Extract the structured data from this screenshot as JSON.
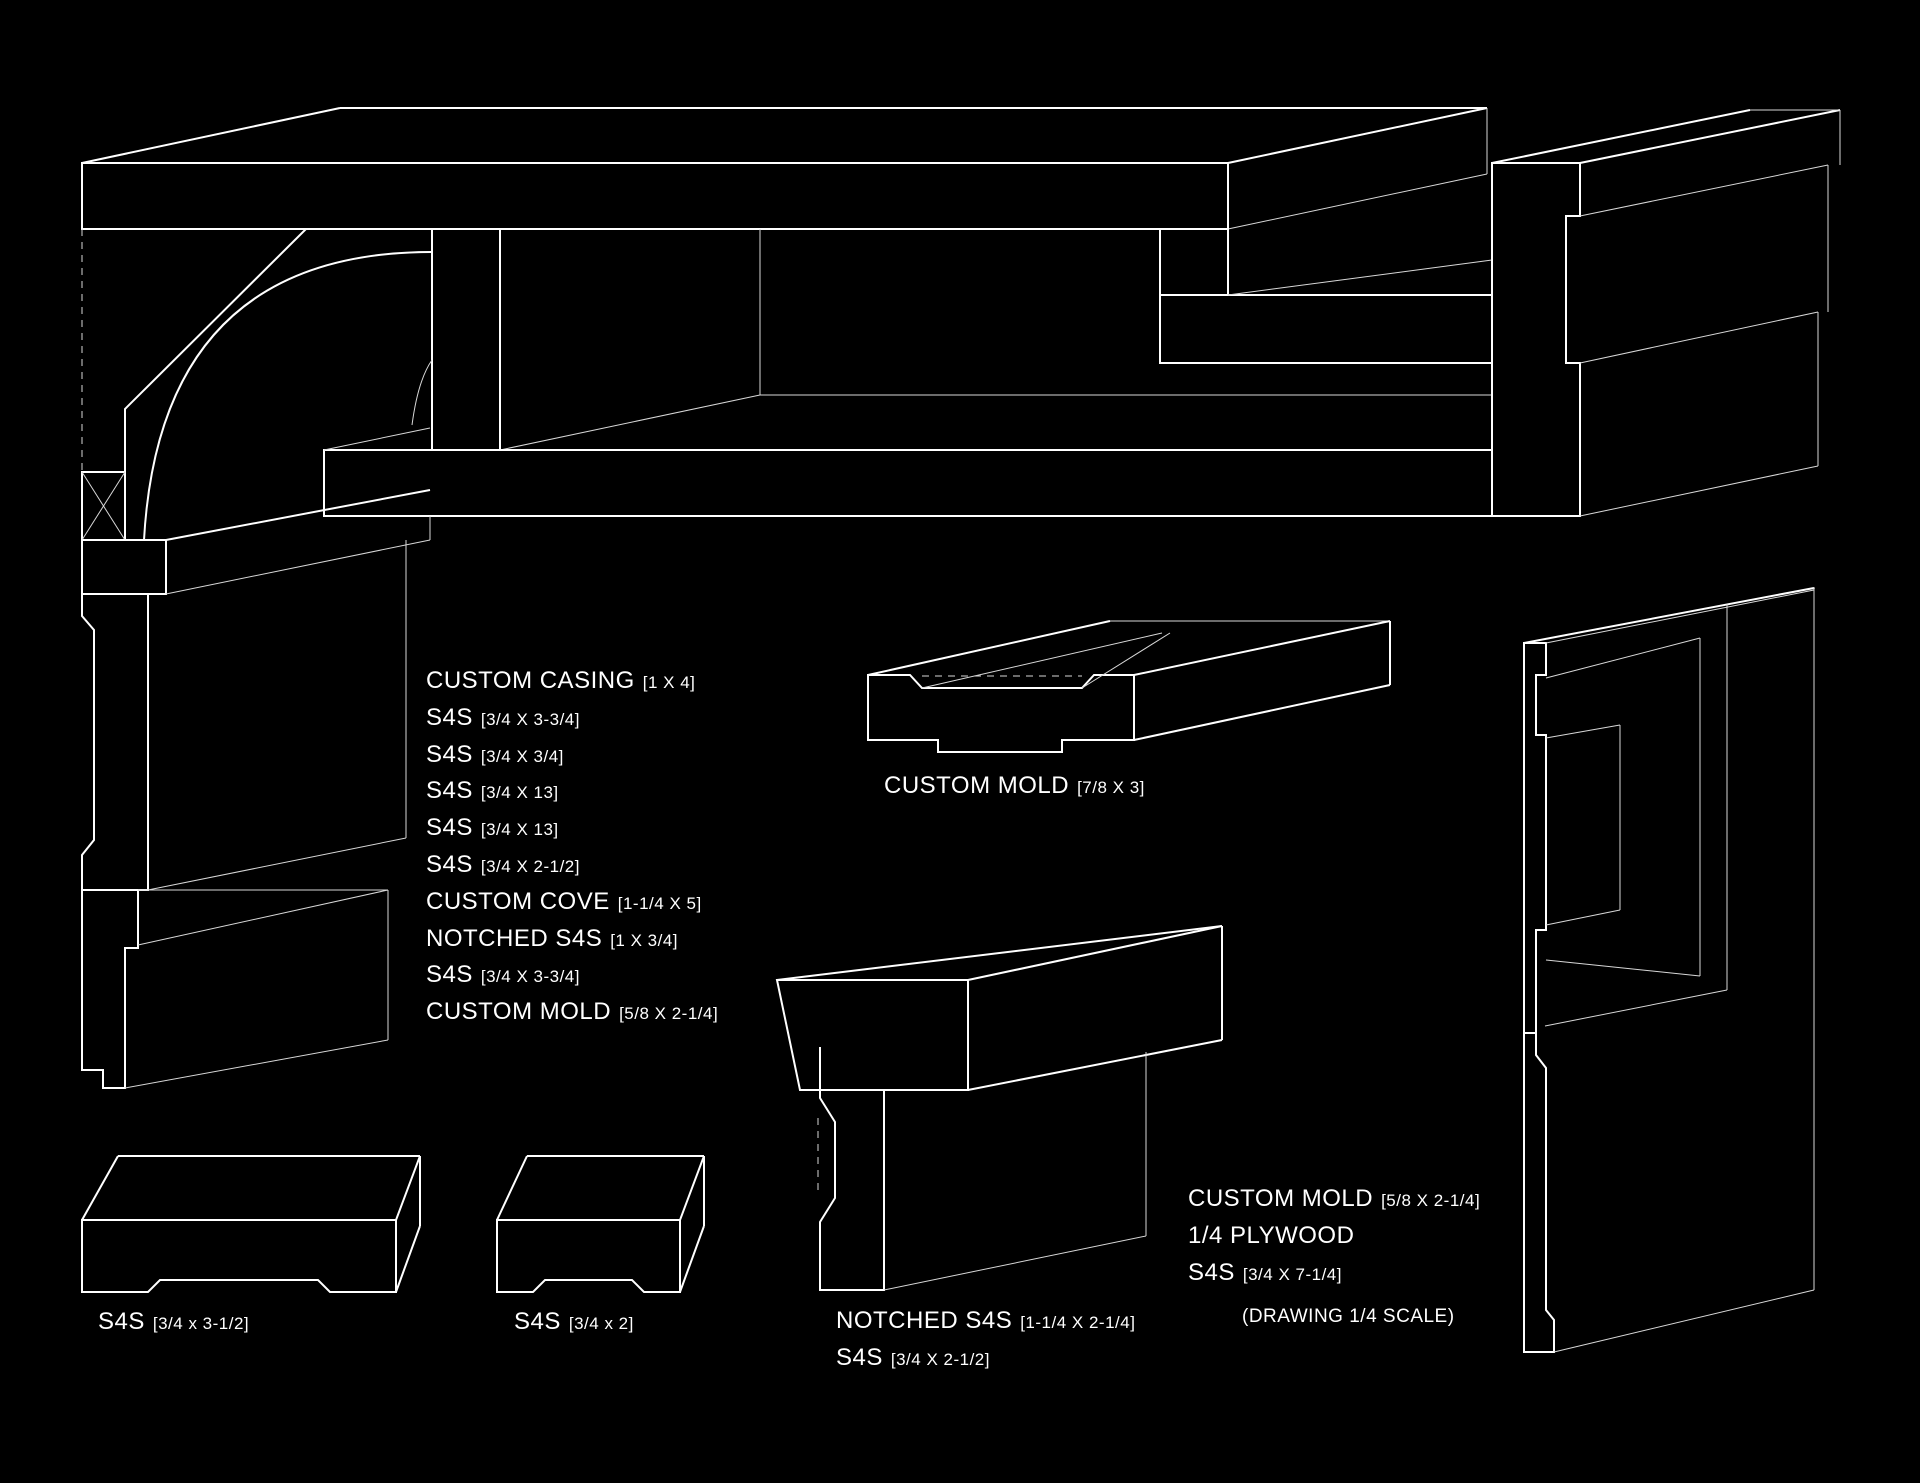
{
  "labels": {
    "top_list": [
      {
        "name": "CUSTOM CASING",
        "dim": "[1 X 4]"
      },
      {
        "name": "S4S",
        "dim": "[3/4 X 3-3/4]"
      },
      {
        "name": "S4S",
        "dim": "[3/4 X 3/4]"
      },
      {
        "name": "S4S",
        "dim": "[3/4 X 13]"
      },
      {
        "name": "S4S",
        "dim": "[3/4 X 13]"
      },
      {
        "name": "S4S",
        "dim": "[3/4 X 2-1/2]"
      },
      {
        "name": "CUSTOM COVE",
        "dim": "[1-1/4 X 5]"
      },
      {
        "name": "NOTCHED S4S",
        "dim": "[1 X 3/4]"
      },
      {
        "name": "S4S",
        "dim": "[3/4 X 3-3/4]"
      },
      {
        "name": "CUSTOM MOLD",
        "dim": "[5/8 X 2-1/4]"
      }
    ],
    "custom_mold_top": {
      "name": "CUSTOM MOLD",
      "dim": "[7/8 X 3]"
    },
    "s4s_left": {
      "name": "S4S",
      "dim": "[3/4 x 3-1/2]"
    },
    "s4s_mid": {
      "name": "S4S",
      "dim": "[3/4 x 2]"
    },
    "bottom_center": [
      {
        "name": "NOTCHED S4S",
        "dim": "[1-1/4 X 2-1/4]"
      },
      {
        "name": "S4S",
        "dim": "[3/4 X 2-1/2]"
      }
    ],
    "bottom_right": [
      {
        "name": "CUSTOM MOLD",
        "dim": "[5/8 X 2-1/4]"
      },
      {
        "name": "1/4 PLYWOOD",
        "dim": ""
      },
      {
        "name": "S4S",
        "dim": "[3/4 X 7-1/4]"
      }
    ],
    "scale_note": "(DRAWING 1/4 SCALE)"
  },
  "colors": {
    "background": "#000000",
    "linework": "#ffffff"
  }
}
